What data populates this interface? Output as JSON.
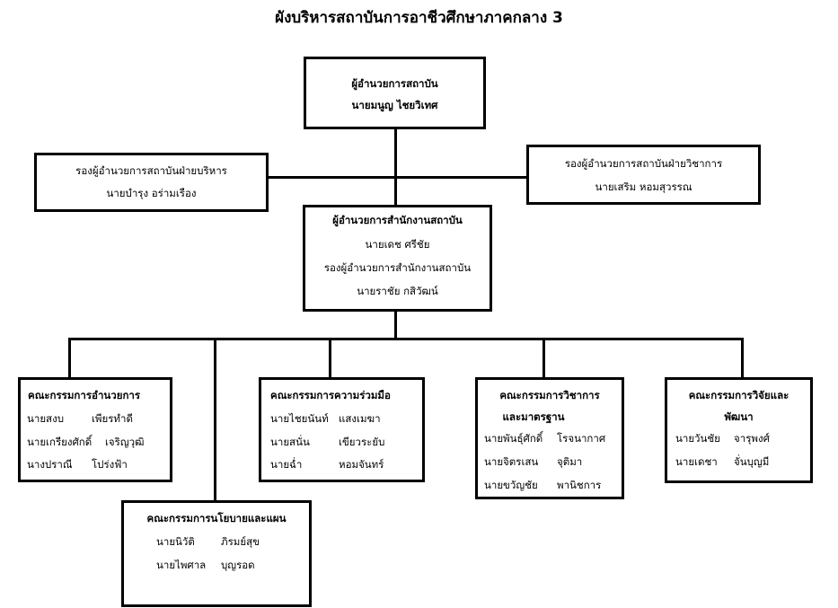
{
  "title": "ผังบริหารสถาบันการอาชีวศึกษาภาคกลาง 3",
  "director": {
    "role": "ผู้อำนวยการสถาบัน",
    "name": "นายมนูญ  ไชยวิเทศ"
  },
  "deputy_admin": {
    "role": "รองผู้อำนวยการสถาบันฝ่ายบริหาร",
    "name": "นายบำรุง  อร่ามเรือง"
  },
  "deputy_academic": {
    "role": "รองผู้อำนวยการสถาบันฝ่ายวิชาการ",
    "name": "นายเสริม     หอมสุวรรณ"
  },
  "office": {
    "role": "ผู้อำนวยการสำนักงานสถาบัน",
    "name": "นายเดช  ศรีชัย",
    "deputy_role": "รองผู้อำนวยการสำนักงานสถาบัน",
    "deputy_name": "นายราชัย  กสิวัฒน์"
  },
  "committees": [
    {
      "title": "คณะกรรมการอำนวยการ",
      "members": [
        {
          "first": "นายสงบ",
          "last": "เพียรทำดี"
        },
        {
          "first": "นายเกรียงศักดิ์",
          "last": "เจริญวุฒิ"
        },
        {
          "first": "นางปราณี",
          "last": "โปร่งฟ้า"
        }
      ]
    },
    {
      "title": "คณะกรรมการความร่วมมือ",
      "members": [
        {
          "first": "นายไชยนันท์",
          "last": "แสงเมฆา"
        },
        {
          "first": "นายสนั่น",
          "last": "เขียวระยับ"
        },
        {
          "first": "นายฉ่ำ",
          "last": "หอมจันทร์"
        }
      ]
    },
    {
      "title_line1": "คณะกรรมการวิชาการ",
      "title_line2": "และมาตรฐาน",
      "members": [
        {
          "first": "นายพันธุ์ศักดิ์",
          "last": "โรจนากาศ"
        },
        {
          "first": "นายจิตรเสน",
          "last": "จุติมา"
        },
        {
          "first": "นายขวัญชัย",
          "last": "พานิชการ"
        }
      ]
    },
    {
      "title_line1": "คณะกรรมการวิจัยและ",
      "title_line2": "พัฒนา",
      "members": [
        {
          "first": "นายวันชัย",
          "last": "จารุพงศ์"
        },
        {
          "first": "นายเดชา",
          "last": "จั่นบุญมี"
        }
      ]
    },
    {
      "title": "คณะกรรมการนโยบายและแผน",
      "members": [
        {
          "first": "นายนิวัติ",
          "last": "ภิรมย์สุข"
        },
        {
          "first": "นายไพศาล",
          "last": "บุญรอด"
        }
      ]
    }
  ]
}
